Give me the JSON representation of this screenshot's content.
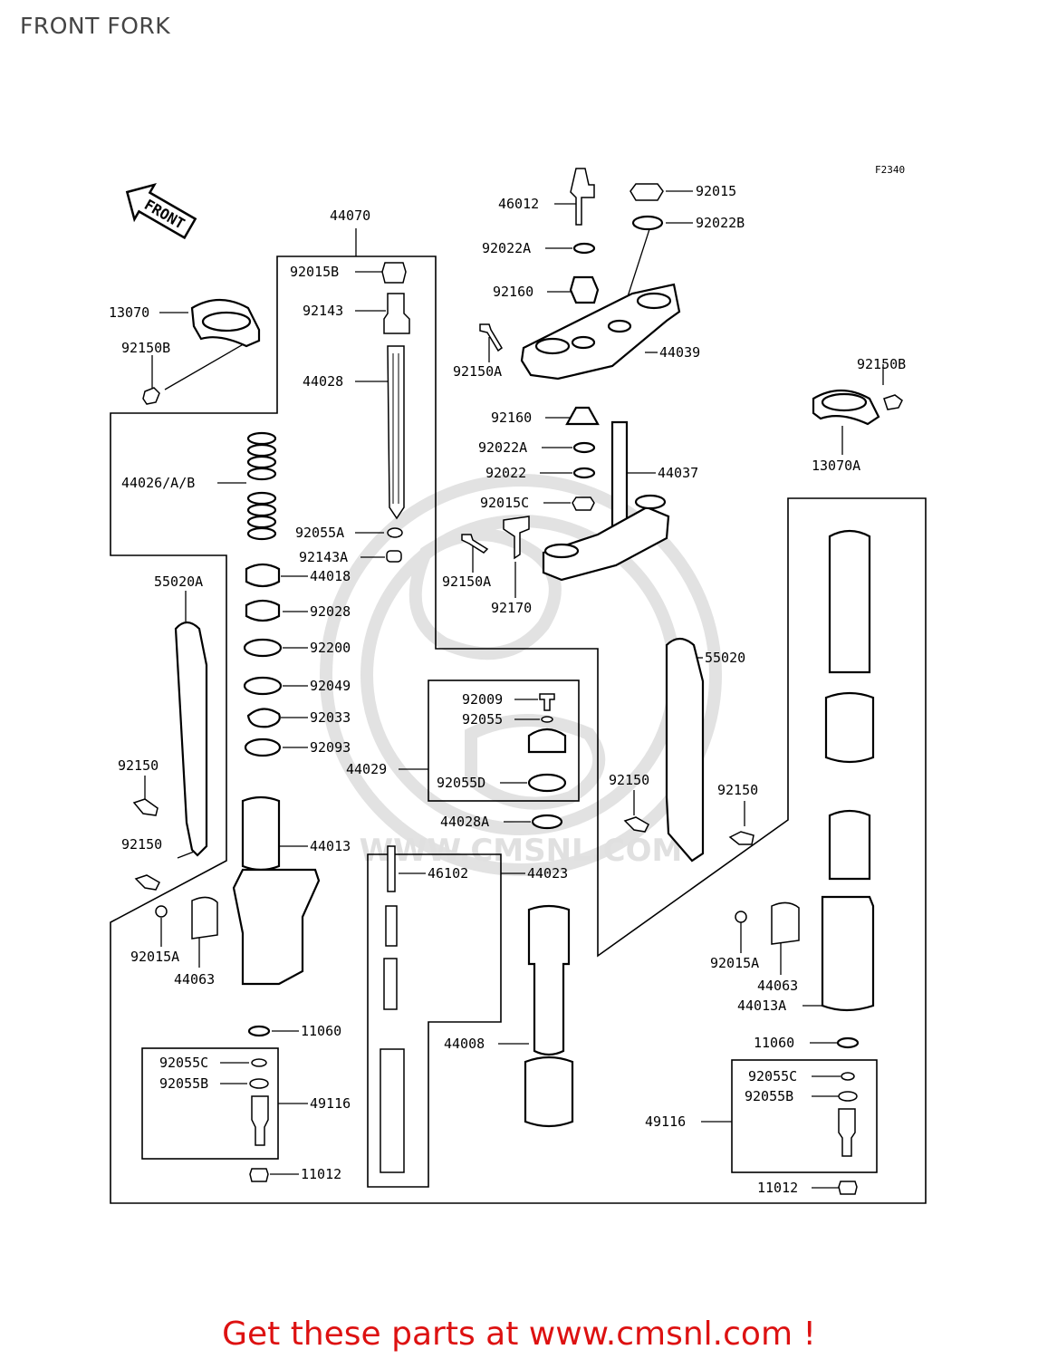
{
  "title": "FRONT FORK",
  "figure_code": "F2340",
  "front_arrow_label": "FRONT",
  "watermark_text": "WWW.CMSNL.COM",
  "promo_text": "Get these parts at www.cmsnl.com !",
  "colors": {
    "promo": "#dd1111",
    "title": "#444444",
    "watermark": "#e2e2e2",
    "lines": "#000000"
  },
  "part_labels": [
    "44070",
    "92015B",
    "92143",
    "44028",
    "44026/A/B",
    "92055A",
    "92143A",
    "44018",
    "92028",
    "92200",
    "92049",
    "92033",
    "92093",
    "13070",
    "92150B",
    "55020A",
    "92150",
    "92150",
    "92015A",
    "44063",
    "44013",
    "11060",
    "92055C",
    "92055B",
    "49116",
    "11012",
    "46012",
    "92015",
    "92022B",
    "92022A",
    "92160",
    "92150A",
    "44039",
    "92160",
    "92022A",
    "92022",
    "44037",
    "92015C",
    "92150A",
    "92170",
    "92150B",
    "13070A",
    "92009",
    "92055",
    "44029",
    "92055D",
    "44028A",
    "46102",
    "44023",
    "44008",
    "55020",
    "92150",
    "92150",
    "92015A",
    "44063",
    "44013A",
    "11060",
    "92055C",
    "92055B",
    "49116",
    "11012"
  ]
}
